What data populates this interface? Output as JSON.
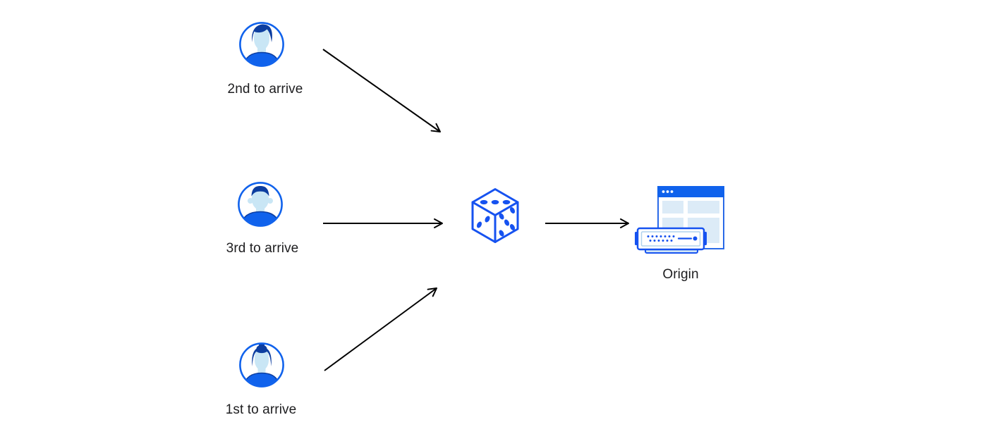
{
  "page": {
    "background": "#ffffff"
  },
  "diagram": {
    "colors": {
      "accent_blue": "#1062ec",
      "outline_blue": "#1652f0",
      "deep_navy": "#0d3ea0",
      "light_blue_fill": "#dcebf7",
      "face_blue": "#c9e6f5",
      "server_base_fill": "#cfe4f6",
      "arrow_black": "#000000",
      "label_text": "#1d1d1f"
    },
    "nodes": {
      "visitor_second": {
        "label": "2nd to arrive",
        "icon": "avatar-man-swept-hair-icon"
      },
      "visitor_third": {
        "label": "3rd to arrive",
        "icon": "avatar-man-flat-hair-icon"
      },
      "visitor_first": {
        "label": "1st to arrive",
        "icon": "avatar-woman-bun-icon"
      },
      "random_dice": {
        "icon": "dice-icon"
      },
      "origin": {
        "label": "Origin",
        "icon": "origin-server-browser-icon"
      }
    },
    "edges": [
      {
        "from": "visitor_second",
        "to": "random_dice"
      },
      {
        "from": "visitor_third",
        "to": "random_dice"
      },
      {
        "from": "visitor_first",
        "to": "random_dice"
      },
      {
        "from": "random_dice",
        "to": "origin"
      }
    ]
  }
}
